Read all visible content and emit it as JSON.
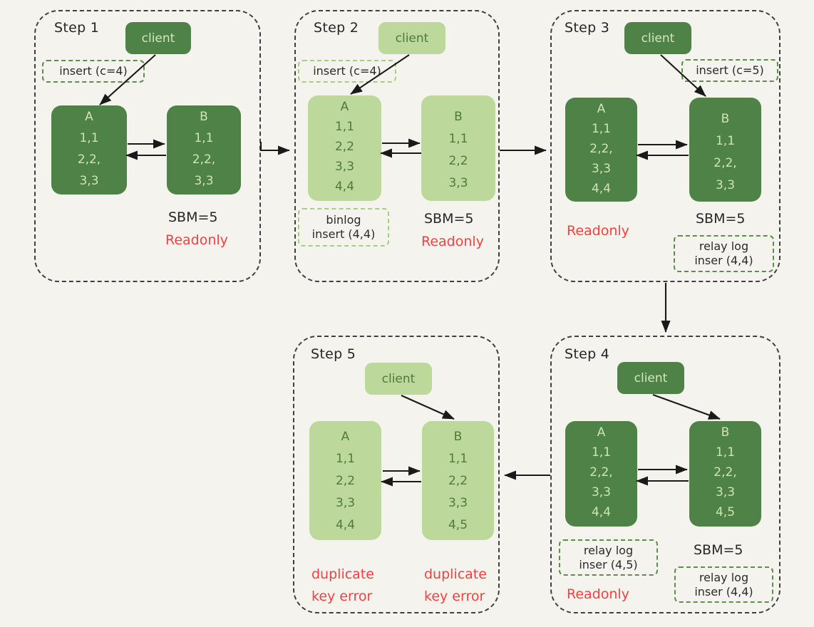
{
  "figure": {
    "title": "MySQL dual-master replication duplicate-key conflict, 5 steps",
    "background_color": "#f4f3ee",
    "colors": {
      "node_dark": "#4f8246",
      "node_light": "#bcd89a",
      "text_on_dark": "#cfe3b8",
      "text_on_light": "#4d7a3f",
      "error_red": "#fb3e3e",
      "tag_border_green": "#5b8f4a",
      "tag_border_pale": "#a7cc84",
      "panel_border": "#3f3f3f"
    }
  },
  "steps": [
    {
      "id": "step1",
      "title": "Step 1",
      "theme": "dark",
      "client_label": "client",
      "client_target": "A",
      "tags": [
        {
          "id": "insert-tag",
          "lines": [
            "insert (c=4)"
          ]
        }
      ],
      "nodes": [
        {
          "name": "A",
          "rows": [
            "1,1",
            "2,2,",
            "3,3"
          ]
        },
        {
          "name": "B",
          "rows": [
            "1,1",
            "2,2,",
            "3,3"
          ]
        }
      ],
      "captions": [
        {
          "id": "sbm",
          "text": "SBM=5",
          "style": "plain"
        },
        {
          "id": "readonly",
          "text": "Readonly",
          "style": "red"
        }
      ]
    },
    {
      "id": "step2",
      "title": "Step 2",
      "theme": "light",
      "client_label": "client",
      "client_target": "A",
      "tags": [
        {
          "id": "insert-tag",
          "lines": [
            "insert (c=4)"
          ]
        },
        {
          "id": "binlog-tag",
          "lines": [
            "binlog",
            "insert (4,4)"
          ]
        }
      ],
      "nodes": [
        {
          "name": "A",
          "rows": [
            "1,1",
            "2,2",
            "3,3",
            "4,4"
          ]
        },
        {
          "name": "B",
          "rows": [
            "1,1",
            "2,2",
            "3,3"
          ]
        }
      ],
      "captions": [
        {
          "id": "sbm",
          "text": "SBM=5",
          "style": "plain"
        },
        {
          "id": "readonly",
          "text": "Readonly",
          "style": "red"
        }
      ]
    },
    {
      "id": "step3",
      "title": "Step 3",
      "theme": "dark",
      "client_label": "client",
      "client_target": "B",
      "tags": [
        {
          "id": "insert-tag",
          "lines": [
            "insert (c=5)"
          ]
        },
        {
          "id": "relaylog-tag",
          "lines": [
            "relay log",
            "inser (4,4)"
          ]
        }
      ],
      "nodes": [
        {
          "name": "A",
          "rows": [
            "1,1",
            "2,2,",
            "3,3",
            "4,4"
          ]
        },
        {
          "name": "B",
          "rows": [
            "1,1",
            "2,2,",
            "3,3"
          ]
        }
      ],
      "captions": [
        {
          "id": "readonly",
          "text": "Readonly",
          "style": "red"
        },
        {
          "id": "sbm",
          "text": "SBM=5",
          "style": "plain"
        }
      ]
    },
    {
      "id": "step4",
      "title": "Step 4",
      "theme": "dark",
      "client_label": "client",
      "client_target": "B",
      "tags": [
        {
          "id": "relaylog-a-tag",
          "lines": [
            "relay log",
            "inser (4,5)"
          ]
        },
        {
          "id": "relaylog-b-tag",
          "lines": [
            "relay log",
            "inser (4,4)"
          ]
        }
      ],
      "nodes": [
        {
          "name": "A",
          "rows": [
            "1,1",
            "2,2,",
            "3,3",
            "4,4"
          ]
        },
        {
          "name": "B",
          "rows": [
            "1,1",
            "2,2,",
            "3,3",
            "4,5"
          ]
        }
      ],
      "captions": [
        {
          "id": "sbm",
          "text": "SBM=5",
          "style": "plain"
        },
        {
          "id": "readonly",
          "text": "Readonly",
          "style": "red"
        }
      ]
    },
    {
      "id": "step5",
      "title": "Step 5",
      "theme": "light",
      "client_label": "client",
      "client_target": "B",
      "tags": [],
      "nodes": [
        {
          "name": "A",
          "rows": [
            "1,1",
            "2,2",
            "3,3",
            "4,4"
          ]
        },
        {
          "name": "B",
          "rows": [
            "1,1",
            "2,2",
            "3,3",
            "4,5"
          ]
        }
      ],
      "captions": [
        {
          "id": "error-a-l1",
          "text": "duplicate",
          "style": "red"
        },
        {
          "id": "error-a-l2",
          "text": "key error",
          "style": "red"
        },
        {
          "id": "error-b-l1",
          "text": "duplicate",
          "style": "red"
        },
        {
          "id": "error-b-l2",
          "text": "key error",
          "style": "red"
        }
      ]
    }
  ],
  "flow_connectors": [
    {
      "id": "conn-1-2",
      "from": "step1",
      "to": "step2",
      "direction": "right"
    },
    {
      "id": "conn-2-3",
      "from": "step2",
      "to": "step3",
      "direction": "right"
    },
    {
      "id": "conn-3-4",
      "from": "step3",
      "to": "step4",
      "direction": "down"
    },
    {
      "id": "conn-4-5",
      "from": "step4",
      "to": "step5",
      "direction": "left"
    }
  ]
}
